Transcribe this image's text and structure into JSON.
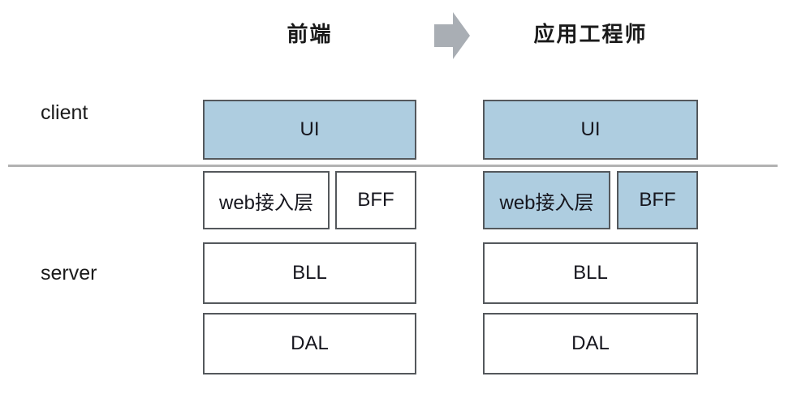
{
  "colors": {
    "highlight_fill": "#aecde0",
    "plain_fill": "#ffffff",
    "box_border": "#54585c",
    "divider": "#b2b2b2",
    "arrow": "#a9aeb4"
  },
  "header": {
    "left_title": "前端",
    "right_title": "应用工程师",
    "arrow_icon": "right-block-arrow-icon"
  },
  "side_labels": {
    "client": "client",
    "server": "server"
  },
  "columns": [
    {
      "id": "frontend",
      "title": "前端",
      "layers": {
        "ui": {
          "label": "UI",
          "highlighted": true
        },
        "web": {
          "label": "web接入层",
          "highlighted": false
        },
        "bff": {
          "label": "BFF",
          "highlighted": false
        },
        "bll": {
          "label": "BLL",
          "highlighted": false
        },
        "dal": {
          "label": "DAL",
          "highlighted": false
        }
      }
    },
    {
      "id": "app-engineer",
      "title": "应用工程师",
      "layers": {
        "ui": {
          "label": "UI",
          "highlighted": true
        },
        "web": {
          "label": "web接入层",
          "highlighted": true
        },
        "bff": {
          "label": "BFF",
          "highlighted": true
        },
        "bll": {
          "label": "BLL",
          "highlighted": false
        },
        "dal": {
          "label": "DAL",
          "highlighted": false
        }
      }
    }
  ]
}
